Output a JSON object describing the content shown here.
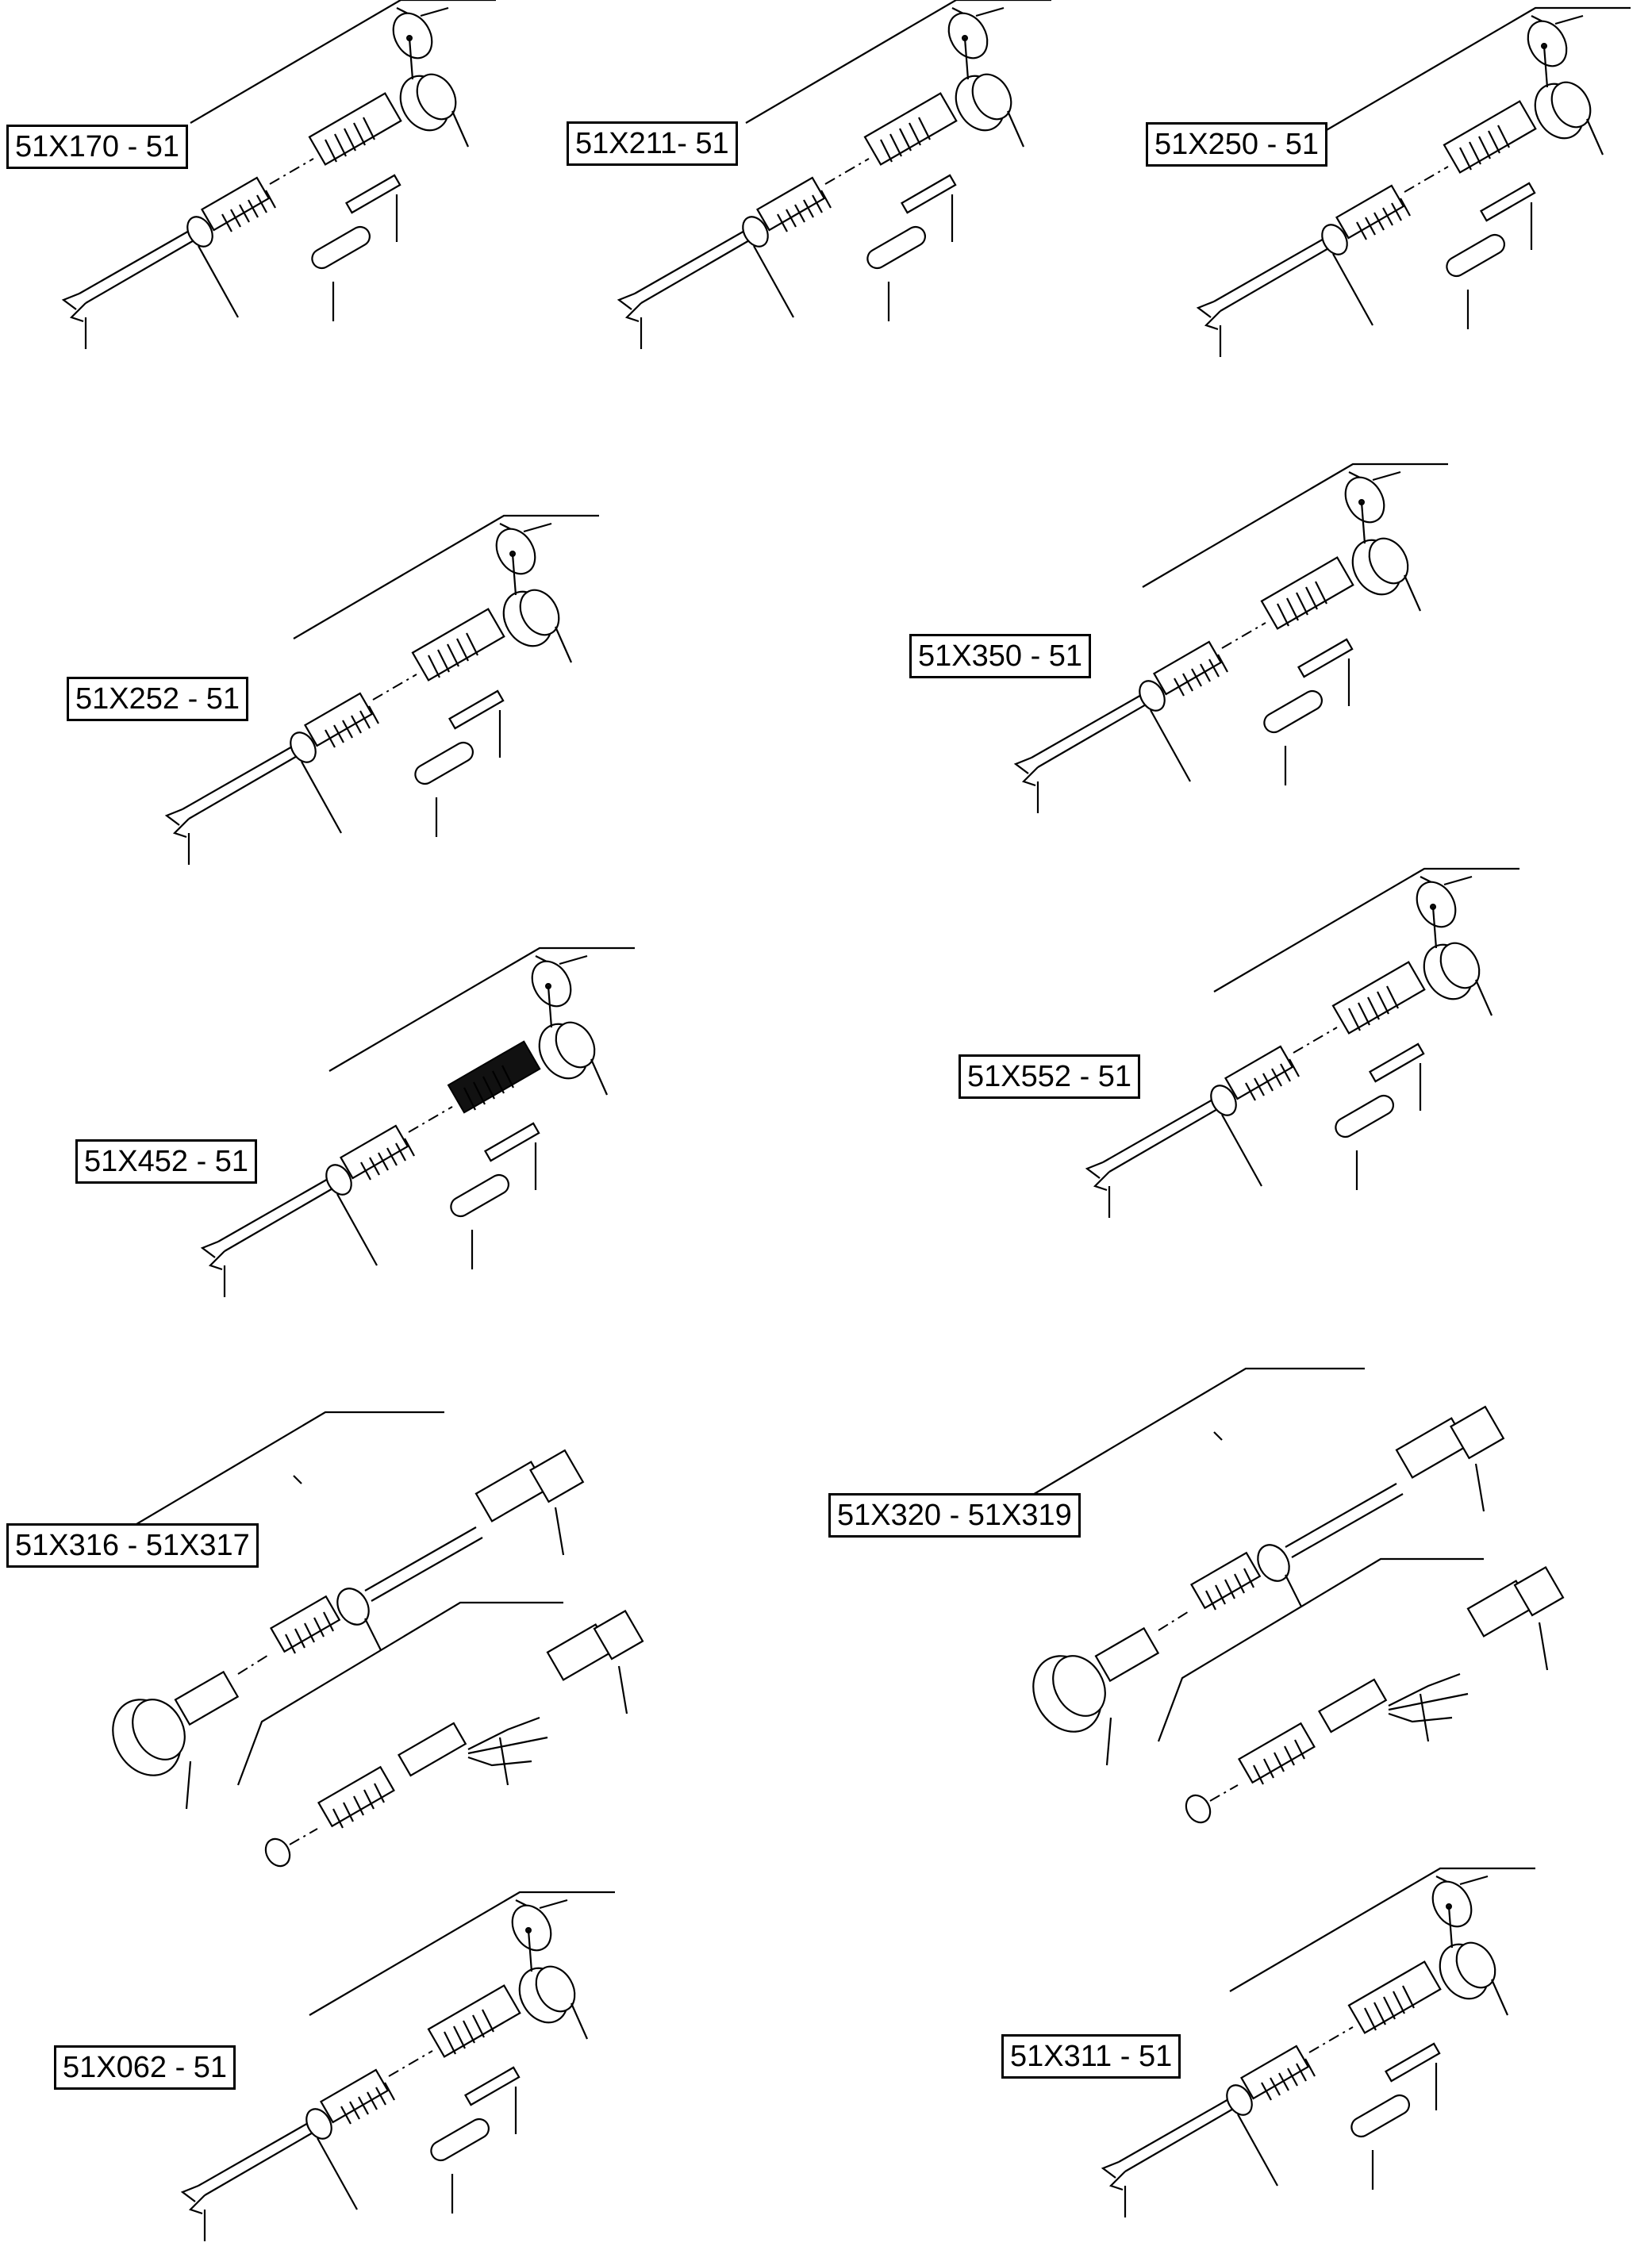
{
  "labels": {
    "l1": "51X170 - 51",
    "l2": "51X211- 51",
    "l3": "51X250 - 51",
    "l4": "51X252 - 51",
    "l5": "51X350 - 51",
    "l6": "51X452 - 51",
    "l7": "51X552 - 51",
    "l8": "51X316 - 51X317",
    "l9": "51X320 - 51X319",
    "l10": "51X062 - 51",
    "l11": "51X311 - 51"
  }
}
